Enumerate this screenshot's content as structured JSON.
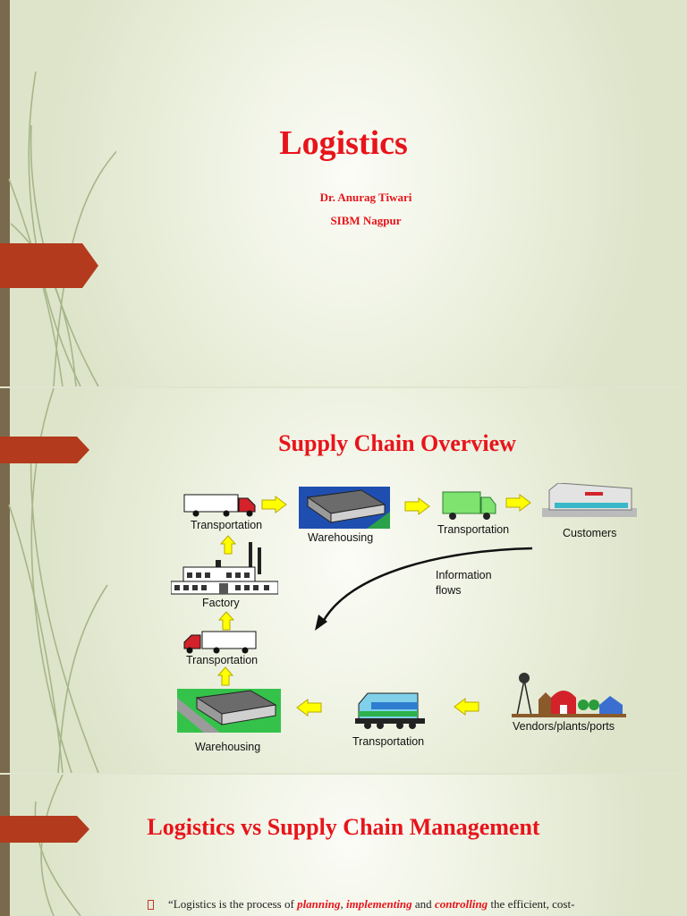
{
  "slide1": {
    "title": "Logistics",
    "author": "Dr. Anurag Tiwari",
    "institute": "SIBM Nagpur"
  },
  "slide2": {
    "title": "Supply Chain Overview",
    "labels": {
      "transport_top": "Transportation",
      "warehousing_top": "Warehousing",
      "transport_truck": "Transportation",
      "customers": "Customers",
      "info_flows_1": "Information",
      "info_flows_2": "flows",
      "factory": "Factory",
      "transport_mid": "Transportation",
      "warehousing_bottom": "Warehousing",
      "transport_train": "Transportation",
      "vendors": "Vendors/plants/ports"
    },
    "colors": {
      "arrow": "#ffff00",
      "title": "#e8141b"
    }
  },
  "slide3": {
    "title": "Logistics vs Supply Chain Management",
    "quote_start": "“Logistics is the process of ",
    "quote_w1": "planning",
    "quote_sep1": ", ",
    "quote_w2": "implementing",
    "quote_sep2": " and ",
    "quote_w3": "controlling",
    "quote_end": " the efficient, cost-"
  }
}
